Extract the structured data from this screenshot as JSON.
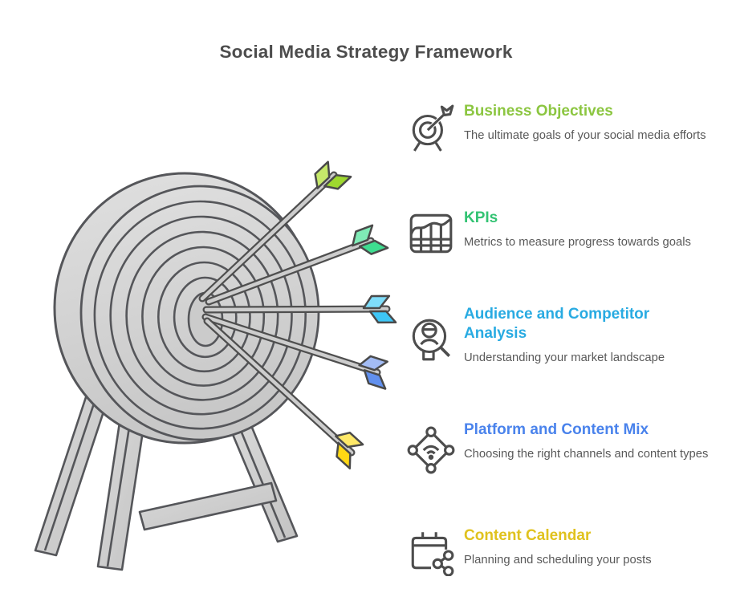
{
  "title": "Social Media Strategy Framework",
  "items": [
    {
      "heading": "Business Objectives",
      "description": "The ultimate goals of your social media efforts",
      "color": "#8cc641",
      "icon": "target-arrow-icon"
    },
    {
      "heading": "KPIs",
      "description": "Metrics to measure progress towards goals",
      "color": "#33c373",
      "icon": "chart-grid-icon"
    },
    {
      "heading": "Audience and Competitor Analysis",
      "description": "Understanding your market landscape",
      "color": "#29abe2",
      "icon": "person-magnifier-icon"
    },
    {
      "heading": "Platform and Content Mix",
      "description": "Choosing the right channels and content types",
      "color": "#4a83ec",
      "icon": "network-wifi-icon"
    },
    {
      "heading": "Content Calendar",
      "description": "Planning and scheduling your posts",
      "color": "#e0c21e",
      "icon": "calendar-share-icon"
    }
  ],
  "illustration": {
    "name": "dartboard-with-five-arrows-on-tripod-stand",
    "board_fill": "#d2d2d2",
    "outline_color": "#55565a",
    "arrow_fletching_colors": {
      "business_objectives": "#9ed82f",
      "kpis": "#3edd90",
      "audience_analysis": "#3ec6f6",
      "platform_mix": "#6190ee",
      "content_calendar": "#ffd814"
    }
  }
}
